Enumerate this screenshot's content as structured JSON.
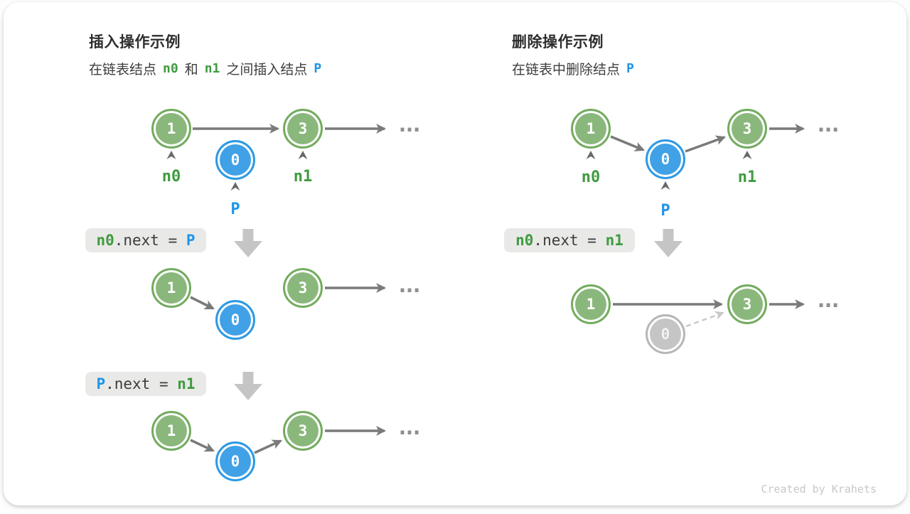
{
  "colors": {
    "node_green_fill": "#8ab87c",
    "node_green_border": "#74ac60",
    "node_blue_fill": "#41a1e6",
    "node_blue_border": "#2d9ae4",
    "node_gray_fill": "#c5c5c5",
    "node_gray_border": "#b7b7b7",
    "green_text": "#3f9b3f",
    "blue_text": "#2095e8",
    "arrow_gray": "#7a7a7a",
    "dashed_arrow_gray": "#c9c9c9",
    "block_arrow_gray": "#c5c5c5",
    "code_box_bg": "#e9e9e7",
    "title_text": "#2e2e2e",
    "credit_text": "#c8c8c8"
  },
  "left": {
    "title": "插入操作示例",
    "subtitle": {
      "t1": "在链表结点",
      "n0": "n0",
      "t2": "和",
      "n1": "n1",
      "t3": "之间插入结点",
      "p": "P"
    },
    "codes": [
      {
        "a": "n0",
        "mid": ".next = ",
        "b": "P"
      },
      {
        "a": "P",
        "mid": ".next = ",
        "b": "n1"
      }
    ]
  },
  "right": {
    "title": "删除操作示例",
    "subtitle": {
      "t1": "在链表中删除结点",
      "p": "P"
    },
    "codes": [
      {
        "a": "n0",
        "mid": ".next = ",
        "b": "n1"
      }
    ]
  },
  "nodes": {
    "v1": "1",
    "v0": "0",
    "v3": "3"
  },
  "labels": {
    "n0": "n0",
    "p": "P",
    "n1": "n1"
  },
  "glyphs": {
    "ellipsis": "..."
  },
  "credit": "Created by Krahets"
}
